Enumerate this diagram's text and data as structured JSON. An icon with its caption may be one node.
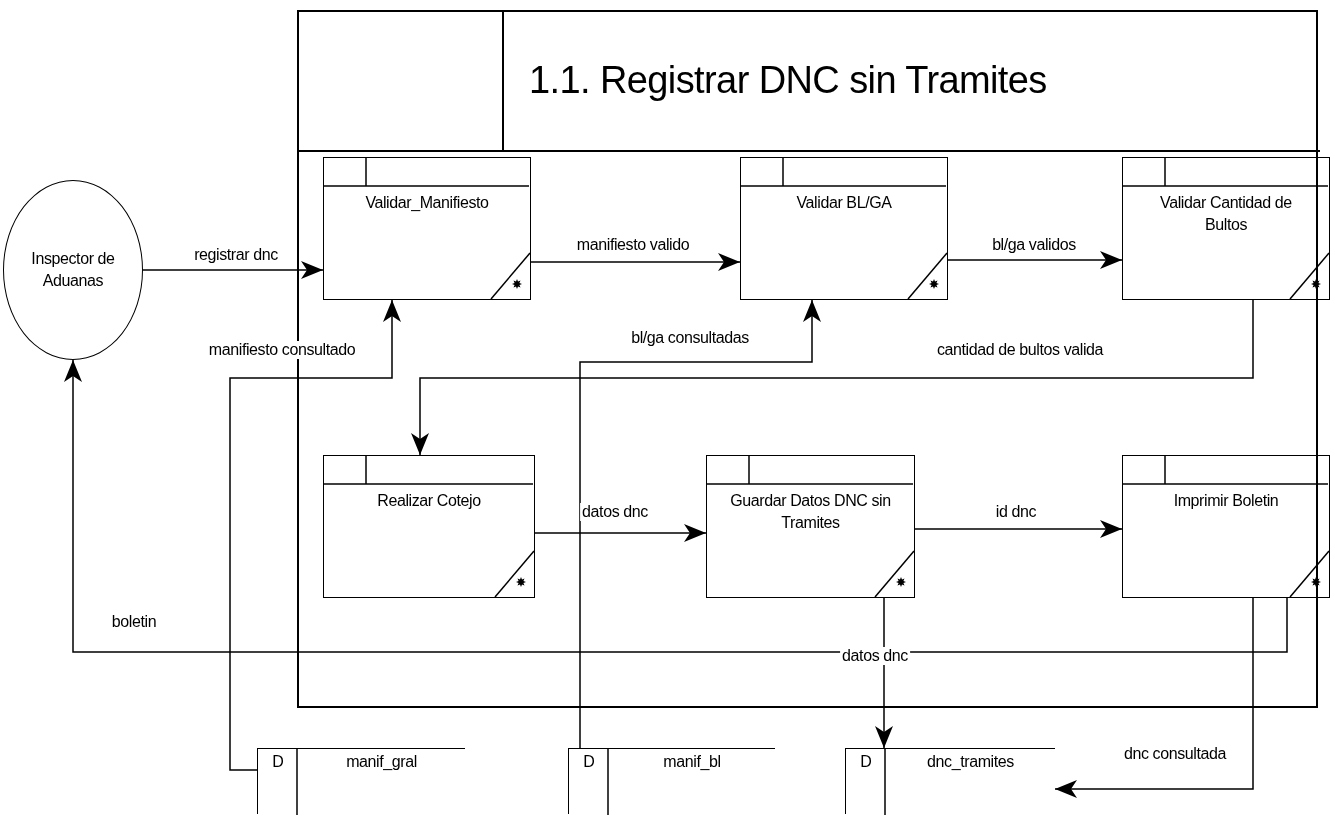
{
  "diagram": {
    "nodes": [
      {
        "text": [
          "1.1. Registrar DNC sin Tramites"
        ]
      },
      {
        "text": [
          "Inspector de Aduanas"
        ]
      },
      {
        "text": [
          "Validar_Manifiesto"
        ],
        "in": 0
      },
      {
        "text": [
          "Validar BL/GA"
        ],
        "in": 0
      },
      {
        "text": [
          "Validar Cantidad de Bultos"
        ],
        "in": 0
      },
      {
        "text": [
          "Realizar Cotejo"
        ],
        "in": 0
      },
      {
        "text": [
          "Guardar Datos DNC sin Tramites"
        ],
        "in": 0
      },
      {
        "text": [
          "Imprimir Boletin"
        ],
        "in": 0
      },
      {
        "text": [
          "D",
          "manif_gral"
        ]
      },
      {
        "text": [
          "D",
          "manif_bl"
        ]
      },
      {
        "text": [
          "D",
          "dnc_tramites"
        ]
      }
    ],
    "edges": [
      {
        "from": 1,
        "to": 2,
        "arrow": "to",
        "label": "registrar dnc"
      },
      {
        "from": 2,
        "to": 3,
        "arrow": "to",
        "label": "manifiesto valido"
      },
      {
        "from": 3,
        "to": 4,
        "arrow": "to",
        "label": "bl/ga validos"
      },
      {
        "from": 4,
        "to": 5,
        "arrow": "to",
        "label": "cantidad de bultos valida"
      },
      {
        "from": 8,
        "to": 2,
        "arrow": "to",
        "label": "manifiesto consultado"
      },
      {
        "from": 9,
        "to": 3,
        "arrow": "to",
        "label": "bl/ga consultadas"
      },
      {
        "from": 5,
        "to": 6,
        "arrow": "to",
        "label": "datos dnc"
      },
      {
        "from": 6,
        "to": 7,
        "arrow": "to",
        "label": "id dnc"
      },
      {
        "from": 7,
        "to": 1,
        "arrow": "to",
        "label": "boletin"
      },
      {
        "from": 6,
        "to": 10,
        "arrow": "to",
        "label": "datos dnc"
      },
      {
        "from": 7,
        "to": 10,
        "arrow": "to",
        "label": "dnc consultada"
      }
    ]
  }
}
